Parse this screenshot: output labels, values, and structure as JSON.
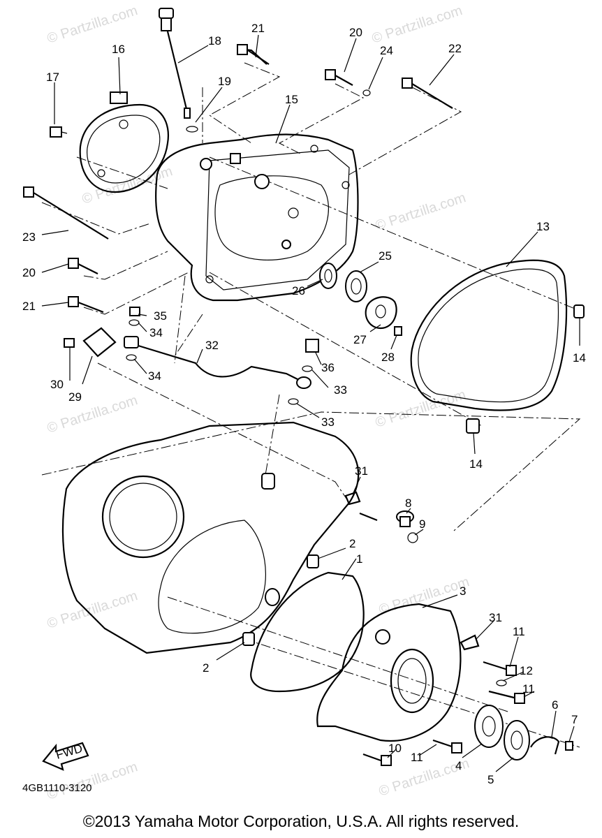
{
  "diagram": {
    "ref_code": "4GB1110-3120",
    "fwd_label": "FWD",
    "copyright": "©2013 Yamaha Motor Corporation, U.S.A. All rights reserved.",
    "watermark": "© Partzilla.com",
    "callouts": [
      {
        "id": "c1",
        "num": "1"
      },
      {
        "id": "c2a",
        "num": "2"
      },
      {
        "id": "c2b",
        "num": "2"
      },
      {
        "id": "c3",
        "num": "3"
      },
      {
        "id": "c4",
        "num": "4"
      },
      {
        "id": "c5",
        "num": "5"
      },
      {
        "id": "c6",
        "num": "6"
      },
      {
        "id": "c7",
        "num": "7"
      },
      {
        "id": "c8",
        "num": "8"
      },
      {
        "id": "c9",
        "num": "9"
      },
      {
        "id": "c10",
        "num": "10"
      },
      {
        "id": "c11a",
        "num": "11"
      },
      {
        "id": "c11b",
        "num": "11"
      },
      {
        "id": "c11c",
        "num": "11"
      },
      {
        "id": "c12",
        "num": "12"
      },
      {
        "id": "c13",
        "num": "13"
      },
      {
        "id": "c14a",
        "num": "14"
      },
      {
        "id": "c14b",
        "num": "14"
      },
      {
        "id": "c15",
        "num": "15"
      },
      {
        "id": "c16",
        "num": "16"
      },
      {
        "id": "c17",
        "num": "17"
      },
      {
        "id": "c18",
        "num": "18"
      },
      {
        "id": "c19",
        "num": "19"
      },
      {
        "id": "c20a",
        "num": "20"
      },
      {
        "id": "c20b",
        "num": "20"
      },
      {
        "id": "c21a",
        "num": "21"
      },
      {
        "id": "c21b",
        "num": "21"
      },
      {
        "id": "c22",
        "num": "22"
      },
      {
        "id": "c23",
        "num": "23"
      },
      {
        "id": "c24",
        "num": "24"
      },
      {
        "id": "c25",
        "num": "25"
      },
      {
        "id": "c26",
        "num": "26"
      },
      {
        "id": "c27",
        "num": "27"
      },
      {
        "id": "c28",
        "num": "28"
      },
      {
        "id": "c29",
        "num": "29"
      },
      {
        "id": "c30",
        "num": "30"
      },
      {
        "id": "c31a",
        "num": "31"
      },
      {
        "id": "c31b",
        "num": "31"
      },
      {
        "id": "c32",
        "num": "32"
      },
      {
        "id": "c33a",
        "num": "33"
      },
      {
        "id": "c33b",
        "num": "33"
      },
      {
        "id": "c34a",
        "num": "34"
      },
      {
        "id": "c34b",
        "num": "34"
      },
      {
        "id": "c35",
        "num": "35"
      },
      {
        "id": "c36",
        "num": "36"
      }
    ]
  }
}
